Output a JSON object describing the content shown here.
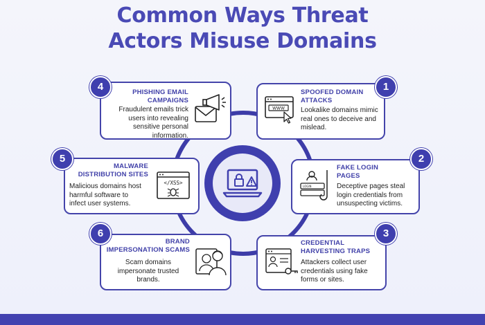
{
  "title": "Common Ways Threat\nActors Misuse Domains",
  "title_line1": "Common Ways Threat",
  "title_line2": "Actors Misuse Domains",
  "colors": {
    "accent": "#3f3fae",
    "card_border": "#4444aa",
    "background": "#f1f2fb"
  },
  "cards": [
    {
      "number": "1",
      "title": "SPOOFED DOMAIN\nATTACKS",
      "text": "Lookalike domains mimic\nreal ones to deceive and\nmislead.",
      "icon": "browser-cursor-icon"
    },
    {
      "number": "2",
      "title": "FAKE LOGIN\nPAGES",
      "text": "Deceptive pages steal\nlogin credentials from\nunsuspecting victims.",
      "icon": "login-hook-icon"
    },
    {
      "number": "3",
      "title": "CREDENTIAL\nHARVESTING TRAPS",
      "text": "Attackers collect user\ncredentials using fake\nforms or sites.",
      "icon": "credential-form-icon"
    },
    {
      "number": "4",
      "title": "PHISHING EMAIL\nCAMPAIGNS",
      "text": "Fraudulent emails trick\nusers into revealing\nsensitive personal\ninformation.",
      "icon": "megaphone-email-icon"
    },
    {
      "number": "5",
      "title": "MALWARE\nDISTRIBUTION SITES",
      "text": "Malicious domains host\nharmful software to\ninfect user systems.",
      "icon": "xss-bug-icon"
    },
    {
      "number": "6",
      "title": "BRAND\nIMPERSONATION SCAMS",
      "text": "Scam domains\nimpersonate trusted\nbrands.",
      "icon": "impersonator-icon"
    }
  ],
  "center_icon": "laptop-lock-warning-icon"
}
